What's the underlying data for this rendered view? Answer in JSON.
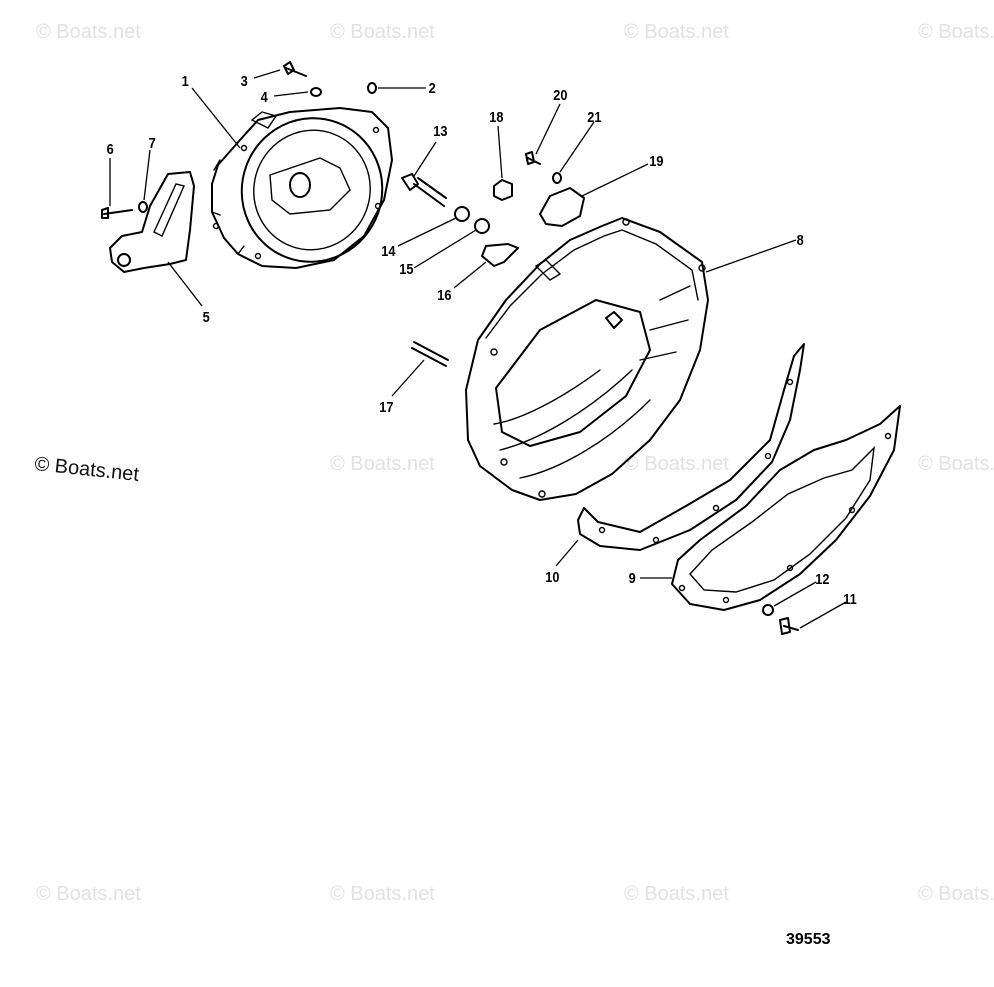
{
  "watermark": "© Boats.net",
  "diagram_code": "39553",
  "callouts": [
    {
      "id": "1",
      "text": "1"
    },
    {
      "id": "2",
      "text": "2"
    },
    {
      "id": "3",
      "text": "3"
    },
    {
      "id": "4",
      "text": "4"
    },
    {
      "id": "5",
      "text": "5"
    },
    {
      "id": "6",
      "text": "6"
    },
    {
      "id": "7",
      "text": "7"
    },
    {
      "id": "8",
      "text": "8"
    },
    {
      "id": "9",
      "text": "9"
    },
    {
      "id": "10",
      "text": "10"
    },
    {
      "id": "11",
      "text": "11"
    },
    {
      "id": "12",
      "text": "12"
    },
    {
      "id": "13",
      "text": "13"
    },
    {
      "id": "14",
      "text": "14"
    },
    {
      "id": "15",
      "text": "15"
    },
    {
      "id": "16",
      "text": "16"
    },
    {
      "id": "17",
      "text": "17"
    },
    {
      "id": "18",
      "text": "18"
    },
    {
      "id": "19",
      "text": "19"
    },
    {
      "id": "20",
      "text": "20"
    },
    {
      "id": "21",
      "text": "21"
    }
  ]
}
